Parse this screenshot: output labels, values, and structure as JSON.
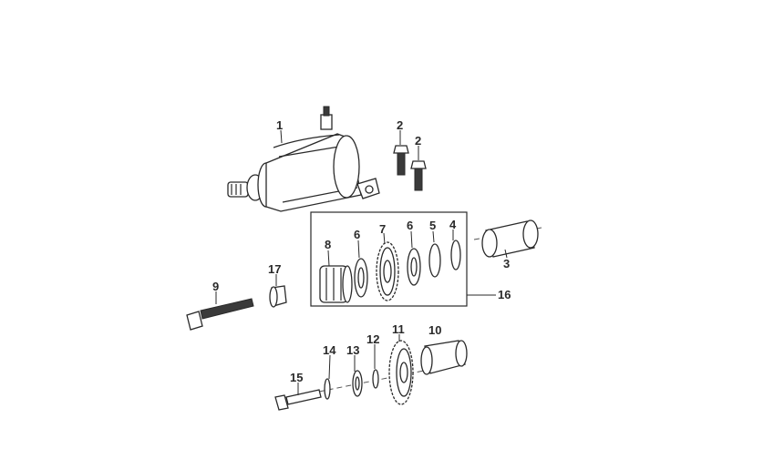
{
  "labels": {
    "p1": "1",
    "p2a": "2",
    "p2b": "2",
    "p3": "3",
    "p4": "4",
    "p5": "5",
    "p6a": "6",
    "p6b": "6",
    "p7": "7",
    "p8": "8",
    "p9": "9",
    "p10": "10",
    "p11": "11",
    "p12": "12",
    "p13": "13",
    "p14": "14",
    "p15": "15",
    "p16": "16",
    "p17": "17"
  }
}
